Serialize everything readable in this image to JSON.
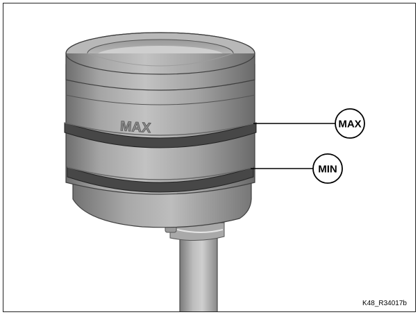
{
  "diagram": {
    "embossed_label": "MAX",
    "callouts": {
      "max": "MAX",
      "min": "MIN"
    },
    "reference_code": "K48_R34017b"
  }
}
